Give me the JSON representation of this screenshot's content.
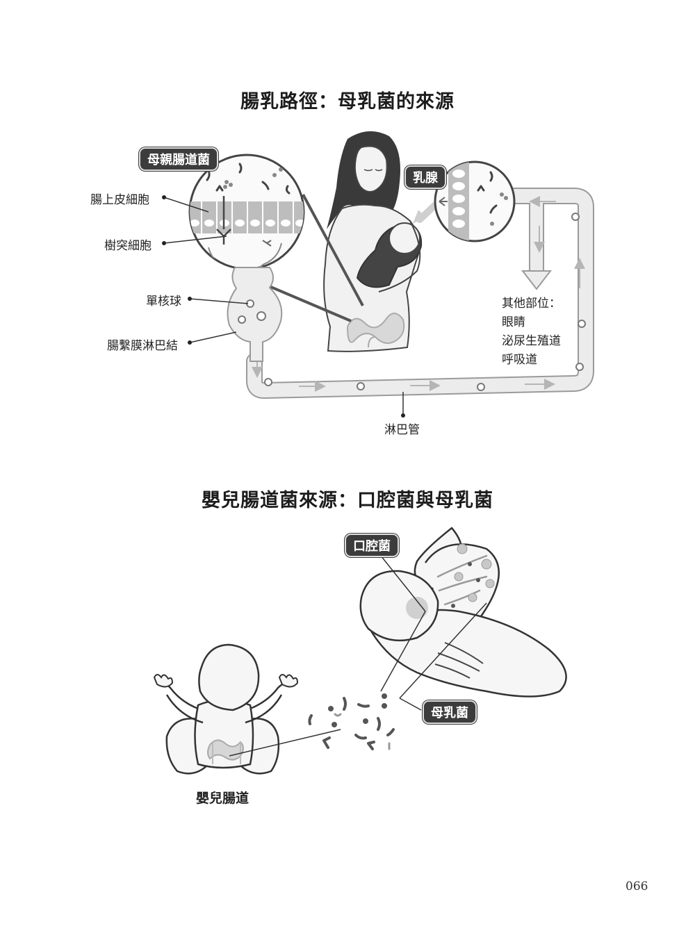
{
  "section1": {
    "title": "腸乳路徑：母乳菌的來源",
    "mother_gut_bacteria": "母親腸道菌",
    "mammary_gland": "乳腺",
    "labels": {
      "epithelial_cells": "腸上皮細胞",
      "dendritic_cells": "樹突細胞",
      "monocyte": "單核球",
      "mesenteric_lymph_node": "腸繫膜淋巴結",
      "lymphatic_vessel": "淋巴管"
    },
    "other_sites": {
      "heading": "其他部位：",
      "items": [
        "眼睛",
        "泌尿生殖道",
        "呼吸道"
      ]
    }
  },
  "section2": {
    "title": "嬰兒腸道菌來源：口腔菌與母乳菌",
    "oral_bacteria": "口腔菌",
    "breast_milk_bacteria": "母乳菌",
    "infant_gut": "嬰兒腸道"
  },
  "page_number": "066",
  "colors": {
    "pill_bg": "#3c3c3c",
    "tube_fill": "#e6e6e6",
    "line": "#444444"
  }
}
